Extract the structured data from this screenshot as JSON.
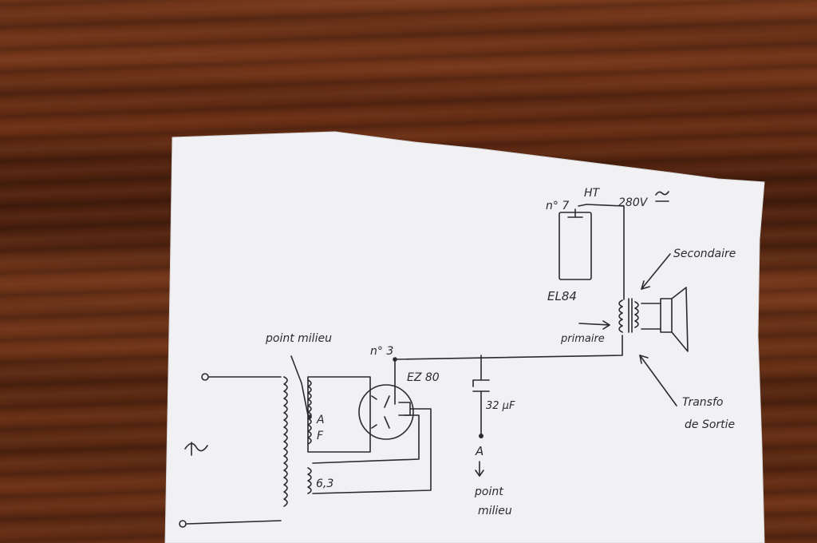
{
  "labels": {
    "no7": "n° 7",
    "ht": "HT",
    "v280": "280V",
    "ac_symbol": "≃",
    "el84": "EL84",
    "secondaire": "Secondaire",
    "primaire": "primaire",
    "transfo_line1": "Transfo",
    "transfo_line2": "de Sortie",
    "point_milieu_top": "point milieu",
    "no3": "n° 3",
    "ez80": "EZ 80",
    "cap": "32 µF",
    "a_top": "A",
    "f_top": "F",
    "v63": "6,3",
    "a_bottom": "A",
    "point_bottom1": "point",
    "milieu_bottom2": "milieu"
  },
  "colors": {
    "paper": "#f1f1f3",
    "ink": "#2a2a30",
    "wood": "#6b2f15"
  }
}
